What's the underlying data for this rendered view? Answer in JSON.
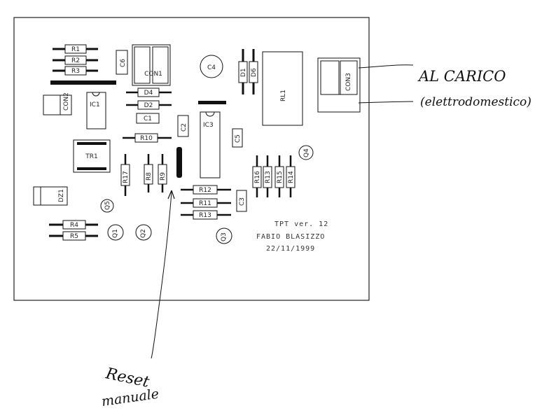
{
  "board": {
    "info": {
      "line1": "TPT  ver. 12",
      "line2": "FABIO BLASIZZO",
      "line3": "22/11/1999"
    },
    "labels": {
      "r1": "R1",
      "r2": "R2",
      "r3": "R3",
      "r4": "R4",
      "r5": "R5",
      "r8": "R8",
      "r9": "R9",
      "r10": "R10",
      "r11": "R11",
      "r12": "R12",
      "r13": "R13",
      "r14": "R14",
      "r15": "R15",
      "r16": "R16",
      "r17": "R17",
      "d1": "D1",
      "d2": "D2",
      "d4": "D4",
      "d6": "D6",
      "c1": "C1",
      "c2": "C2",
      "c3": "C3",
      "c4": "C4",
      "c5": "C5",
      "c6": "C6",
      "ic1": "IC1",
      "ic3": "IC3",
      "con1": "CON1",
      "con2": "CON2",
      "con3": "CON3",
      "tr1": "TR1",
      "rl1": "RL1",
      "q1": "Q1",
      "q2": "Q2",
      "q3": "Q3",
      "q4": "Q4",
      "q5": "Q5",
      "dz1": "DZ1"
    }
  },
  "annotations": {
    "load_line1": "AL CARICO",
    "load_line2": "(elettrodomestico)",
    "reset_line1": "Reset",
    "reset_line2": "manuale"
  }
}
